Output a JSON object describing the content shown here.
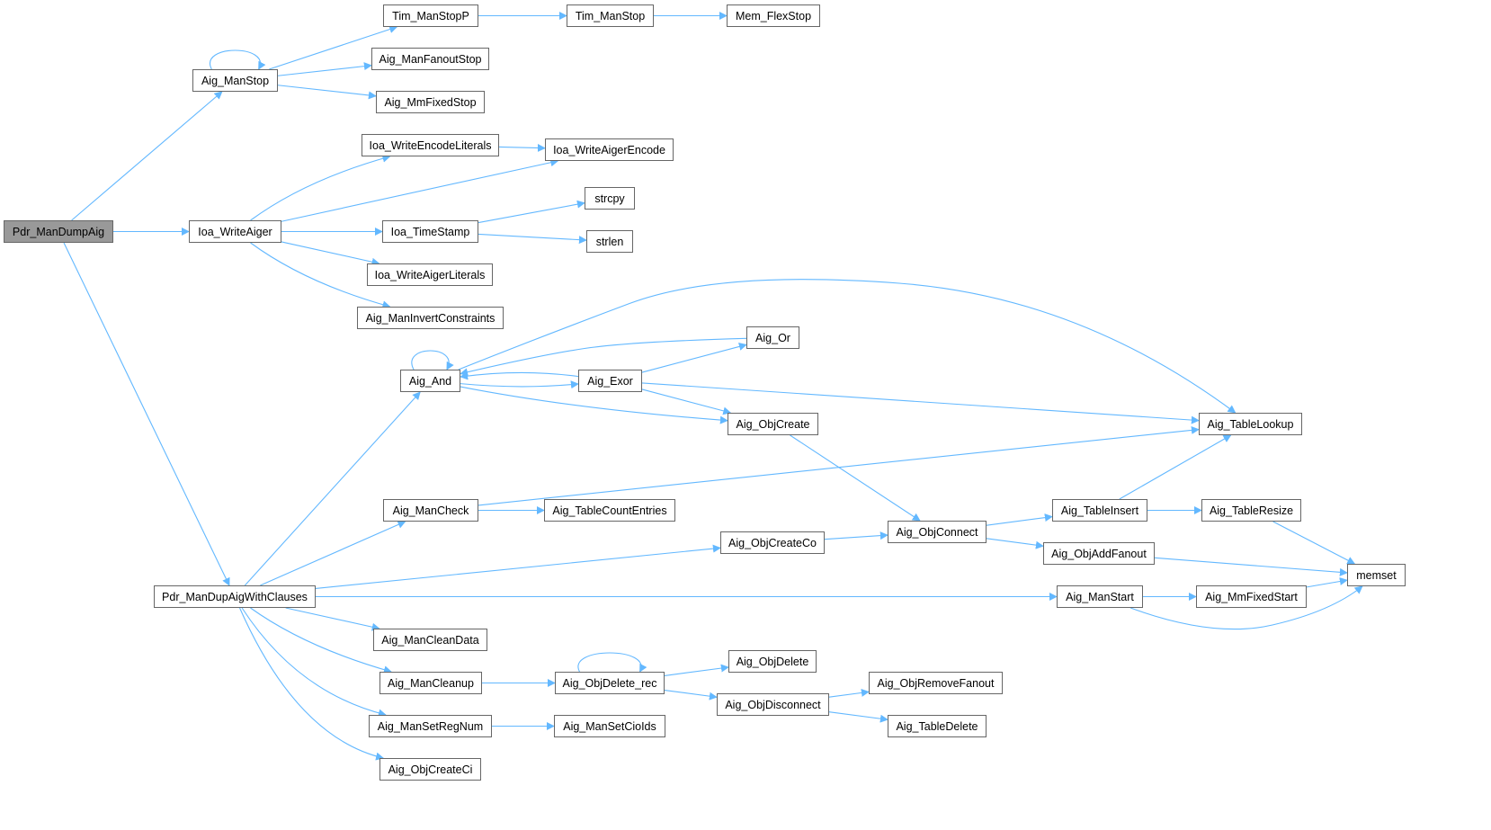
{
  "graph": {
    "type": "call-graph",
    "root": "Pdr_ManDumpAig",
    "colors": {
      "edge": "#63b8ff",
      "root_fill": "#999999",
      "node_border": "#666666"
    },
    "nodes": [
      {
        "id": "Pdr_ManDumpAig",
        "label": "Pdr_ManDumpAig"
      },
      {
        "id": "Aig_ManStop",
        "label": "Aig_ManStop"
      },
      {
        "id": "Tim_ManStopP",
        "label": "Tim_ManStopP"
      },
      {
        "id": "Tim_ManStop",
        "label": "Tim_ManStop"
      },
      {
        "id": "Mem_FlexStop",
        "label": "Mem_FlexStop"
      },
      {
        "id": "Aig_ManFanoutStop",
        "label": "Aig_ManFanoutStop"
      },
      {
        "id": "Aig_MmFixedStop",
        "label": "Aig_MmFixedStop"
      },
      {
        "id": "Ioa_WriteEncodeLiterals",
        "label": "Ioa_WriteEncodeLiterals"
      },
      {
        "id": "Ioa_WriteAigerEncode",
        "label": "Ioa_WriteAigerEncode"
      },
      {
        "id": "strcpy",
        "label": "strcpy"
      },
      {
        "id": "strlen",
        "label": "strlen"
      },
      {
        "id": "Ioa_WriteAiger",
        "label": "Ioa_WriteAiger"
      },
      {
        "id": "Ioa_TimeStamp",
        "label": "Ioa_TimeStamp"
      },
      {
        "id": "Ioa_WriteAigerLiterals",
        "label": "Ioa_WriteAigerLiterals"
      },
      {
        "id": "Aig_ManInvertConstraints",
        "label": "Aig_ManInvertConstraints"
      },
      {
        "id": "Aig_And",
        "label": "Aig_And"
      },
      {
        "id": "Aig_Or",
        "label": "Aig_Or"
      },
      {
        "id": "Aig_Exor",
        "label": "Aig_Exor"
      },
      {
        "id": "Aig_ObjCreate",
        "label": "Aig_ObjCreate"
      },
      {
        "id": "Aig_TableLookup",
        "label": "Aig_TableLookup"
      },
      {
        "id": "Aig_ManCheck",
        "label": "Aig_ManCheck"
      },
      {
        "id": "Aig_TableCountEntries",
        "label": "Aig_TableCountEntries"
      },
      {
        "id": "Aig_ObjConnect",
        "label": "Aig_ObjConnect"
      },
      {
        "id": "Aig_ObjCreateCo",
        "label": "Aig_ObjCreateCo"
      },
      {
        "id": "Aig_TableInsert",
        "label": "Aig_TableInsert"
      },
      {
        "id": "Aig_TableResize",
        "label": "Aig_TableResize"
      },
      {
        "id": "Aig_ObjAddFanout",
        "label": "Aig_ObjAddFanout"
      },
      {
        "id": "memset",
        "label": "memset"
      },
      {
        "id": "Pdr_ManDupAigWithClauses",
        "label": "Pdr_ManDupAigWithClauses"
      },
      {
        "id": "Aig_ManStart",
        "label": "Aig_ManStart"
      },
      {
        "id": "Aig_MmFixedStart",
        "label": "Aig_MmFixedStart"
      },
      {
        "id": "Aig_ManCleanData",
        "label": "Aig_ManCleanData"
      },
      {
        "id": "Aig_ManCleanup",
        "label": "Aig_ManCleanup"
      },
      {
        "id": "Aig_ObjDelete_rec",
        "label": "Aig_ObjDelete_rec"
      },
      {
        "id": "Aig_ObjDelete",
        "label": "Aig_ObjDelete"
      },
      {
        "id": "Aig_ObjDisconnect",
        "label": "Aig_ObjDisconnect"
      },
      {
        "id": "Aig_ObjRemoveFanout",
        "label": "Aig_ObjRemoveFanout"
      },
      {
        "id": "Aig_TableDelete",
        "label": "Aig_TableDelete"
      },
      {
        "id": "Aig_ManSetRegNum",
        "label": "Aig_ManSetRegNum"
      },
      {
        "id": "Aig_ManSetCioIds",
        "label": "Aig_ManSetCioIds"
      },
      {
        "id": "Aig_ObjCreateCi",
        "label": "Aig_ObjCreateCi"
      }
    ],
    "edges": [
      [
        "Pdr_ManDumpAig",
        "Aig_ManStop"
      ],
      [
        "Pdr_ManDumpAig",
        "Ioa_WriteAiger"
      ],
      [
        "Pdr_ManDumpAig",
        "Pdr_ManDupAigWithClauses"
      ],
      [
        "Aig_ManStop",
        "Aig_ManStop"
      ],
      [
        "Aig_ManStop",
        "Tim_ManStopP"
      ],
      [
        "Aig_ManStop",
        "Aig_ManFanoutStop"
      ],
      [
        "Aig_ManStop",
        "Aig_MmFixedStop"
      ],
      [
        "Tim_ManStopP",
        "Tim_ManStop"
      ],
      [
        "Tim_ManStop",
        "Mem_FlexStop"
      ],
      [
        "Ioa_WriteAiger",
        "Ioa_WriteEncodeLiterals"
      ],
      [
        "Ioa_WriteAiger",
        "Ioa_WriteAigerEncode"
      ],
      [
        "Ioa_WriteAiger",
        "Ioa_TimeStamp"
      ],
      [
        "Ioa_WriteAiger",
        "Ioa_WriteAigerLiterals"
      ],
      [
        "Ioa_WriteAiger",
        "Aig_ManInvertConstraints"
      ],
      [
        "Ioa_WriteEncodeLiterals",
        "Ioa_WriteAigerEncode"
      ],
      [
        "Ioa_TimeStamp",
        "strcpy"
      ],
      [
        "Ioa_TimeStamp",
        "strlen"
      ],
      [
        "Pdr_ManDupAigWithClauses",
        "Aig_And"
      ],
      [
        "Pdr_ManDupAigWithClauses",
        "Aig_ManCheck"
      ],
      [
        "Pdr_ManDupAigWithClauses",
        "Aig_ObjCreateCo"
      ],
      [
        "Pdr_ManDupAigWithClauses",
        "Aig_ManStart"
      ],
      [
        "Pdr_ManDupAigWithClauses",
        "Aig_ManCleanData"
      ],
      [
        "Pdr_ManDupAigWithClauses",
        "Aig_ManCleanup"
      ],
      [
        "Pdr_ManDupAigWithClauses",
        "Aig_ManSetRegNum"
      ],
      [
        "Pdr_ManDupAigWithClauses",
        "Aig_ObjCreateCi"
      ],
      [
        "Aig_And",
        "Aig_And"
      ],
      [
        "Aig_And",
        "Aig_Exor"
      ],
      [
        "Aig_And",
        "Aig_ObjCreate"
      ],
      [
        "Aig_And",
        "Aig_TableLookup"
      ],
      [
        "Aig_Exor",
        "Aig_And"
      ],
      [
        "Aig_Exor",
        "Aig_Or"
      ],
      [
        "Aig_Exor",
        "Aig_ObjCreate"
      ],
      [
        "Aig_Exor",
        "Aig_TableLookup"
      ],
      [
        "Aig_Or",
        "Aig_And"
      ],
      [
        "Aig_ObjCreate",
        "Aig_ObjConnect"
      ],
      [
        "Aig_ManCheck",
        "Aig_TableLookup"
      ],
      [
        "Aig_ManCheck",
        "Aig_TableCountEntries"
      ],
      [
        "Aig_ObjCreateCo",
        "Aig_ObjConnect"
      ],
      [
        "Aig_ObjConnect",
        "Aig_TableInsert"
      ],
      [
        "Aig_ObjConnect",
        "Aig_ObjAddFanout"
      ],
      [
        "Aig_TableInsert",
        "Aig_TableLookup"
      ],
      [
        "Aig_TableInsert",
        "Aig_TableResize"
      ],
      [
        "Aig_TableResize",
        "memset"
      ],
      [
        "Aig_ObjAddFanout",
        "memset"
      ],
      [
        "Aig_ManStart",
        "Aig_MmFixedStart"
      ],
      [
        "Aig_ManStart",
        "memset"
      ],
      [
        "Aig_MmFixedStart",
        "memset"
      ],
      [
        "Aig_ManCleanup",
        "Aig_ObjDelete_rec"
      ],
      [
        "Aig_ObjDelete_rec",
        "Aig_ObjDelete_rec"
      ],
      [
        "Aig_ObjDelete_rec",
        "Aig_ObjDelete"
      ],
      [
        "Aig_ObjDelete_rec",
        "Aig_ObjDisconnect"
      ],
      [
        "Aig_ObjDisconnect",
        "Aig_ObjRemoveFanout"
      ],
      [
        "Aig_ObjDisconnect",
        "Aig_TableDelete"
      ],
      [
        "Aig_ManSetRegNum",
        "Aig_ManSetCioIds"
      ]
    ]
  }
}
